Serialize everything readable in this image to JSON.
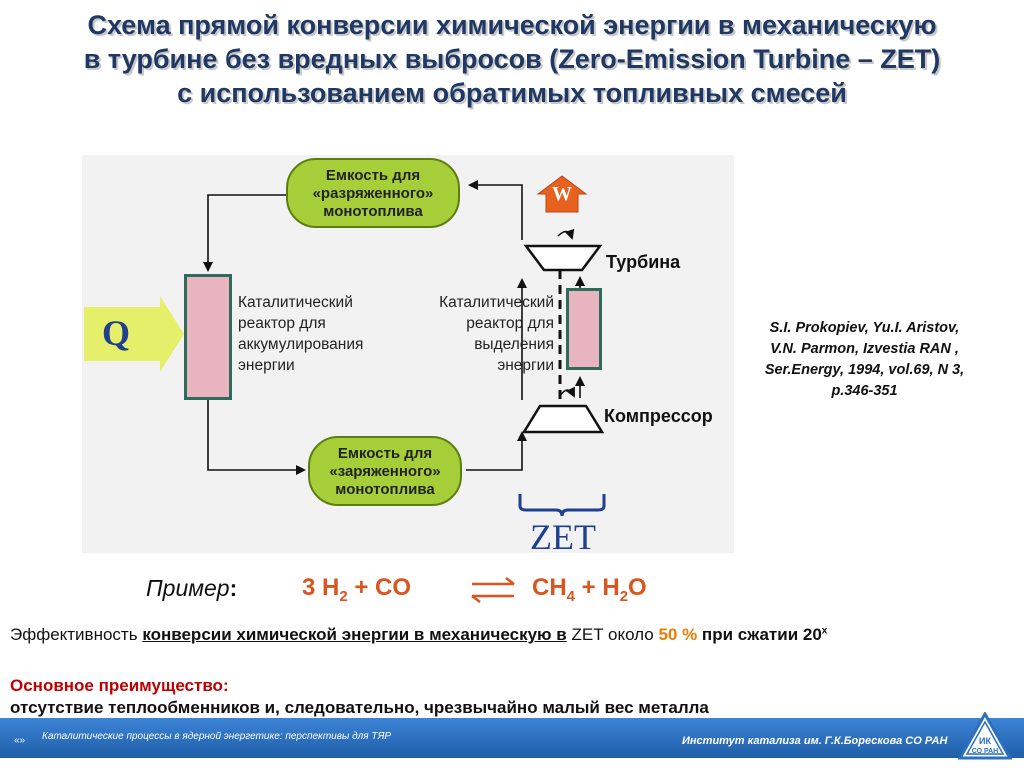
{
  "title": {
    "line1": "Схема прямой конверсии химической энергии в механическую",
    "line2": "в турбине без вредных выбросов (Zero-Emission Turbine – ZET)",
    "line3": "с использованием обратимых топливных смесей"
  },
  "diagram": {
    "tank_discharged": [
      "Емкость для",
      "«разряженного»",
      "монотоплива"
    ],
    "tank_charged": [
      "Емкость для",
      "«заряженного»",
      "монотоплива"
    ],
    "reactor_left_label": [
      "Каталитический",
      "реактор для",
      "аккумулирования",
      "энергии"
    ],
    "reactor_right_label": [
      "Каталитический",
      "реактор для",
      "выделения",
      "энергии"
    ],
    "q_label": "Q",
    "w_label": "W",
    "turbine_label": "Турбина",
    "compressor_label": "Компрессор",
    "zet_label": "ZET"
  },
  "reference": [
    "S.I. Prokopiev, Yu.I. Aristov,",
    "V.N. Parmon, Izvestia RAN ,",
    "Ser.Energy, 1994, vol.69, N 3,",
    "p.346-351"
  ],
  "example": {
    "label": "Пример",
    "colon": ":",
    "left_coef": "3 H",
    "left_sub": "2",
    "left_rest": " + CO",
    "right_main": "CH",
    "right_sub1": "4",
    "right_mid": " + H",
    "right_sub2": "2",
    "right_end": "O"
  },
  "efficiency": {
    "prefix": "Эффективность ",
    "underlined": "конверсии химической энергии в механическую в",
    "middle": " ZET около ",
    "value": "50 %",
    "suffix": " при сжатии 20",
    "sup": "x"
  },
  "advantage": {
    "title": "Основное преимущество:",
    "text": "отсутствие теплообменников и, следовательно, чрезвычайно малый вес металла"
  },
  "footer": {
    "mark": "«»",
    "left": "Каталитические процессы в ядерной энергетике: перспективы для ТЯР",
    "right": "Институт катализа им. Г.К.Борескова СО РАН",
    "logo_line1": "ИК",
    "logo_line2": "СО РАН"
  },
  "colors": {
    "title": "#1f3864",
    "tank_fill": "#a6ce39",
    "reactor_fill": "#e8b4c0",
    "q_arrow": "#e6ef6a",
    "w_arrow": "#e8621f",
    "equation": "#d9541e",
    "highlight": "#e87e04",
    "advantage": "#c00000",
    "footer": "#2b6fbf"
  }
}
